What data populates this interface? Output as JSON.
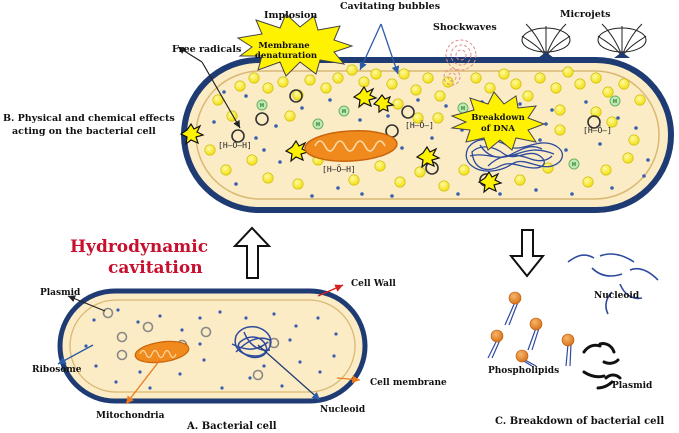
{
  "labels": {
    "implosion": "Implosion",
    "cavitating_bubbles": "Cavitating bubbles",
    "microjets": "Microjets",
    "free_radicals": "Free radicals",
    "membrane_denaturation": "Membrane denaturation",
    "shockwaves": "Shockwaves",
    "physical_chemical_effects": "B. Physical and chemical effects acting on the bacterial cell",
    "breakdown_of_dna": "Breakdown of DNA",
    "hydrodynamic": "Hydrodynamic",
    "cavitation": "cavitation",
    "plasmid_top": "Plasmid",
    "cell_wall": "Cell Wall",
    "ribosome": "Ribosome",
    "mitochondria": "Mitochondria",
    "cell_membrane": "Cell membrane",
    "nucleoid": "Nucleoid",
    "bacterial_cell": "A. Bacterial cell",
    "nucleoid_fragment": "Nucleoid",
    "phospholipids": "Phospholipids",
    "plasmid_fragment": "Plasmid",
    "breakdown_of_cell": "C. Breakdown of bacterial cell"
  },
  "colors": {
    "cell_fill": "#fbecc6",
    "cell_outline": "#1f3b73",
    "bubble": "#f4e51a",
    "mitochondria": "#f08a1c",
    "dna": "#2e4a9e",
    "burst": "#fff200",
    "title_red": "#c8102e",
    "arrow_red": "#d42020",
    "arrow_blue": "#2b5ca8",
    "arrow_orange": "#ec7a1c",
    "phospholipid_head": "#e8892a"
  }
}
